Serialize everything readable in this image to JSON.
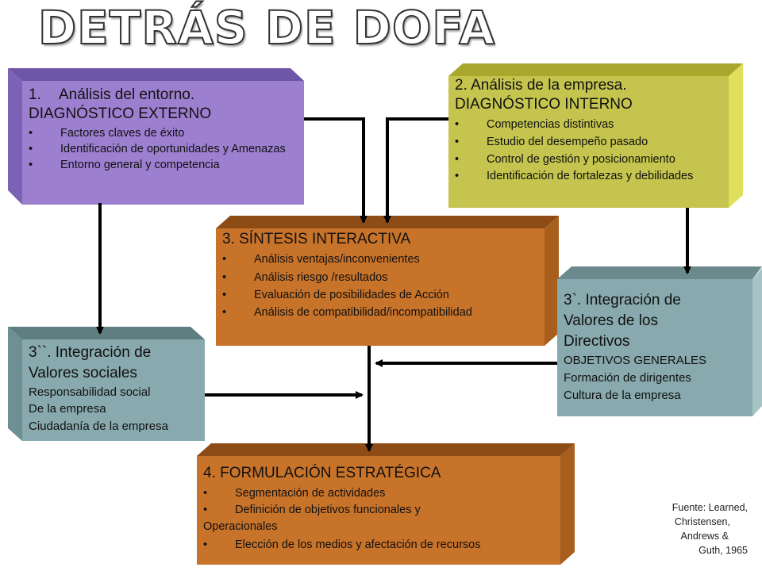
{
  "title": "DETRÁS DE DOFA",
  "box1": {
    "heading_num": "1.",
    "heading": "Análisis del entorno.",
    "subheading": "DIAGNÓSTICO EXTERNO",
    "items": [
      "Factores claves de éxito",
      "Identificación de oportunidades y Amenazas",
      "Entorno general y competencia"
    ]
  },
  "box2": {
    "heading": "2. Análisis de la empresa.",
    "subheading": "DIAGNÓSTICO INTERNO",
    "items": [
      "Competencias distintivas",
      "Estudio del desempeño pasado",
      "Control de gestión y posicionamiento",
      "Identificación de fortalezas y debilidades"
    ]
  },
  "box3": {
    "heading": "3. SÍNTESIS INTERACTIVA",
    "items": [
      "Análisis ventajas/inconvenientes",
      "Análisis riesgo /resultados",
      "Evaluación de posibilidades de Acción",
      "Análisis de compatibilidad/incompatibilidad"
    ]
  },
  "box3a": {
    "heading_line1": "3`. Integración de",
    "heading_line2": "Valores de los",
    "heading_line3": "Directivos",
    "lines": [
      "OBJETIVOS GENERALES",
      "Formación de dirigentes",
      "Cultura de la empresa"
    ]
  },
  "box3b": {
    "heading_line1": "3``. Integración de",
    "heading_line2": "Valores sociales",
    "lines": [
      "Responsabilidad social",
      "De la empresa",
      "Ciudadanía de la empresa"
    ]
  },
  "box4": {
    "heading": "4. FORMULACIÓN ESTRATÉGICA",
    "items": [
      "Segmentación de actividades",
      "Definición de objetivos funcionales y Operacionales",
      "Elección de los medios y afectación de recursos"
    ]
  },
  "source_note": [
    "Fuente: Learned,",
    "Christensen,",
    "Andrews &",
    "Guth, 1965"
  ],
  "bullet": "•",
  "colors": {
    "purple": "#9d7fcf",
    "olive": "#c4c44e",
    "orange": "#c8732a",
    "teal": "#88a9ad"
  }
}
